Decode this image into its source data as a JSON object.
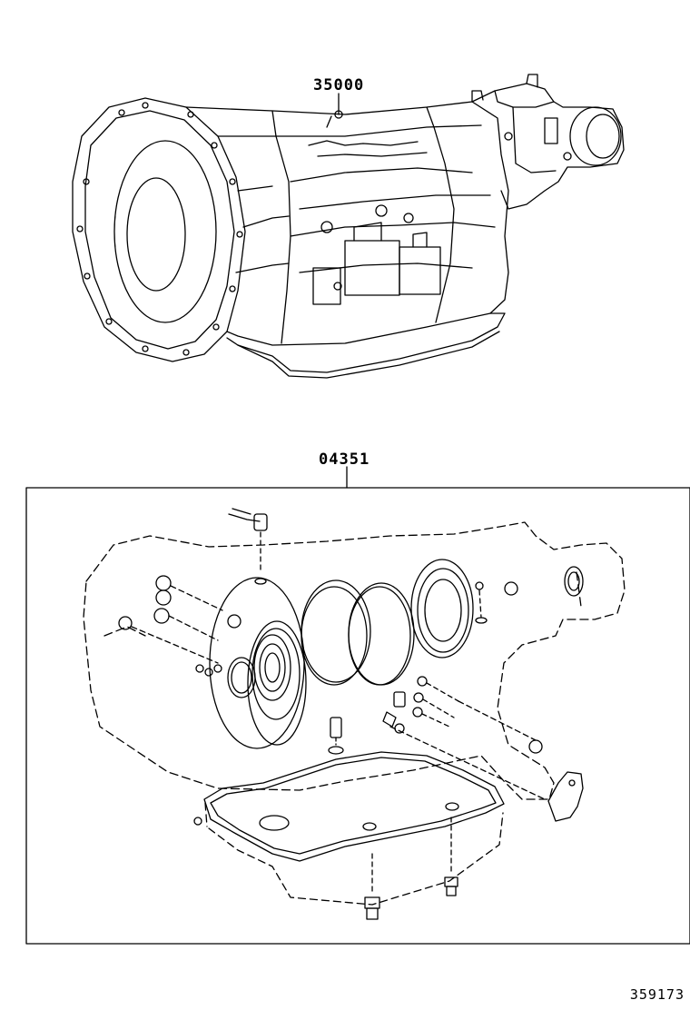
{
  "parts": {
    "transmission_assembly": {
      "part_number": "35000"
    },
    "overhaul_gasket_kit": {
      "part_number": "04351"
    }
  },
  "figure_number": "359173",
  "line_color": "#000000",
  "background_color": "#ffffff"
}
